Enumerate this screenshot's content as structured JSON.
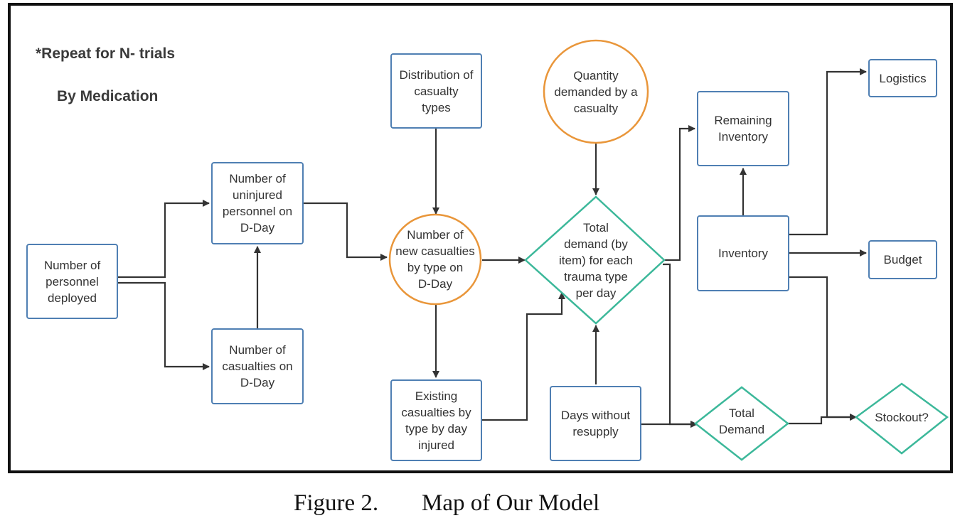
{
  "notes": {
    "repeat": "*Repeat for N- trials",
    "by_medication": "By Medication"
  },
  "nodes": {
    "personnel_deployed": "Number of\npersonnel\ndeployed",
    "uninjured_personnel": "Number of\nuninjured\npersonnel on\nD-Day",
    "casualties_dday": "Number of\ncasualties on\nD-Day",
    "distribution_types": "Distribution of\ncasualty\ntypes",
    "new_casualties": "Number of\nnew casualties\nby type on\nD-Day",
    "existing_casualties": "Existing\ncasualties by\ntype by day\ninjured",
    "quantity_demanded": "Quantity\ndemanded by a\ncasualty",
    "total_demand_item": "Total\ndemand (by\nitem) for each\ntrauma type\nper day",
    "days_without_resupply": "Days without\nresupply",
    "remaining_inventory": "Remaining\nInventory",
    "inventory": "Inventory",
    "logistics": "Logistics",
    "budget": "Budget",
    "total_demand": "Total\nDemand",
    "stockout": "Stockout?"
  },
  "caption": {
    "number": "Figure 2.",
    "title": "Map of Our Model"
  },
  "colors": {
    "box_border": "#4f7fb3",
    "circle_border": "#e9963a",
    "diamond_border": "#3cb89a",
    "arrow": "#333333"
  }
}
